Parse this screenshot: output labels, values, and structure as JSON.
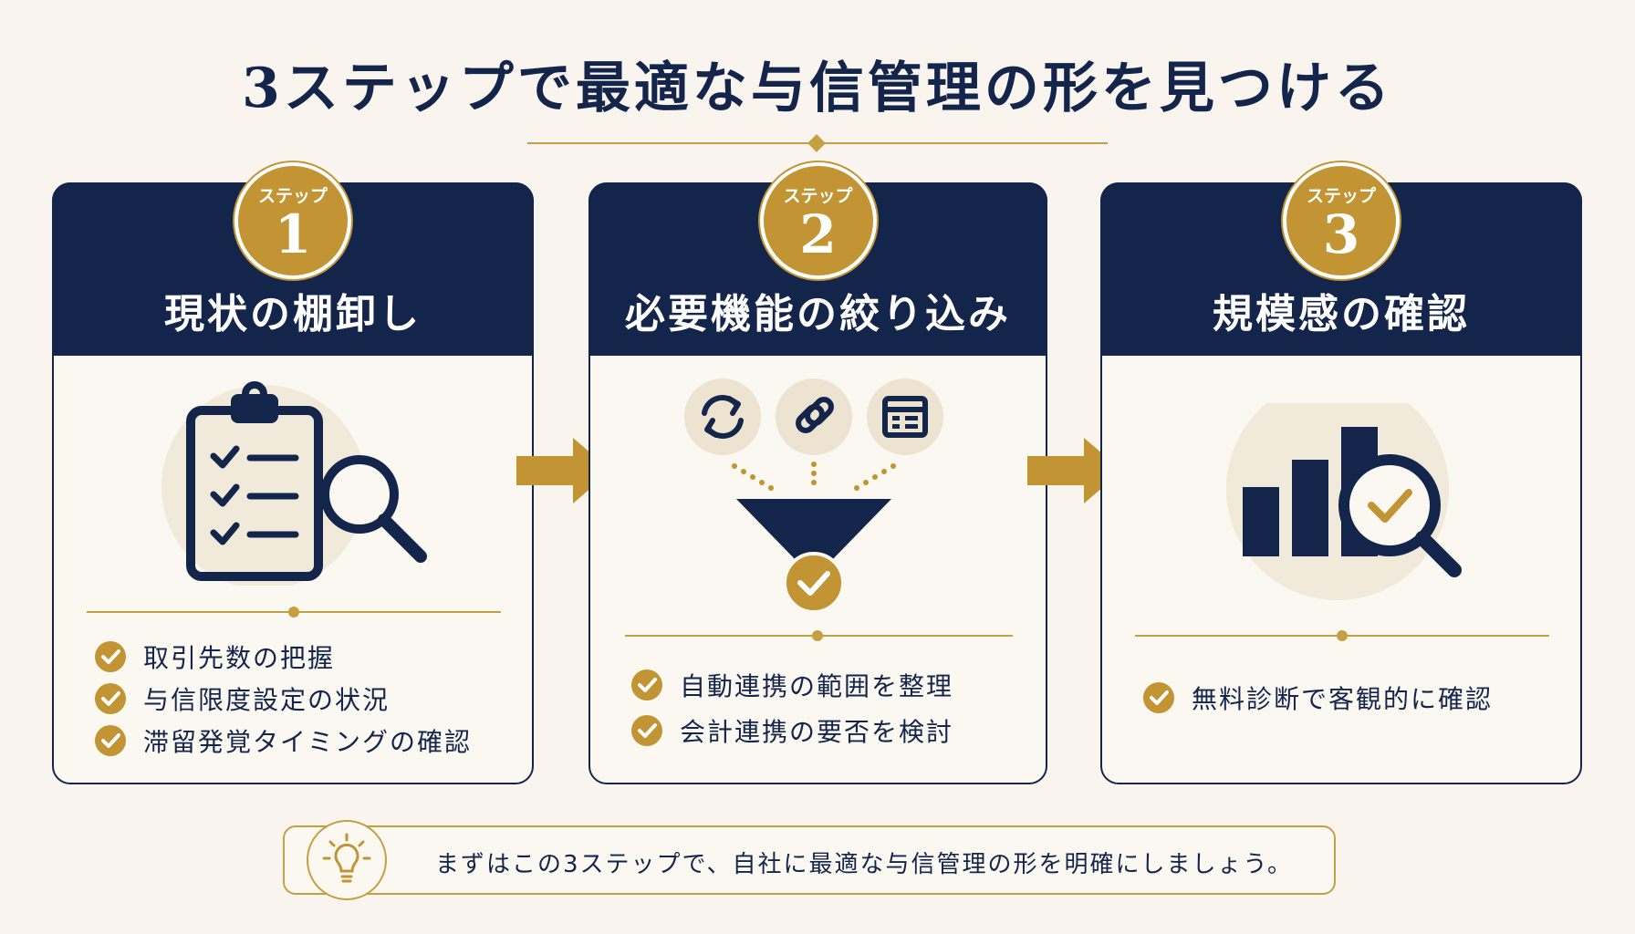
{
  "title": "3ステップで最適な与信管理の形を見つける",
  "steps": [
    {
      "label": "ステップ",
      "number": "1",
      "title": "現状の棚卸し",
      "items": [
        "取引先数の把握",
        "与信限度設定の状況",
        "滞留発覚タイミングの確認"
      ]
    },
    {
      "label": "ステップ",
      "number": "2",
      "title": "必要機能の絞り込み",
      "items": [
        "自動連携の範囲を整理",
        "会計連携の要否を検討"
      ]
    },
    {
      "label": "ステップ",
      "number": "3",
      "title": "規模感の確認",
      "items": [
        "無料診断で客観的に確認"
      ]
    }
  ],
  "footer": {
    "text": "まずはこの3ステップで、自社に最適な与信管理の形を明確にしましょう。"
  },
  "colors": {
    "navy": "#14254c",
    "gold": "#c29434",
    "background": "#f9f5ee"
  },
  "icons": [
    "clipboard-checklist-icon",
    "magnifier-icon",
    "refresh-icon",
    "link-icon",
    "table-icon",
    "funnel-icon",
    "bar-chart-icon",
    "lightbulb-icon",
    "check-circle-icon",
    "arrow-right-icon"
  ]
}
